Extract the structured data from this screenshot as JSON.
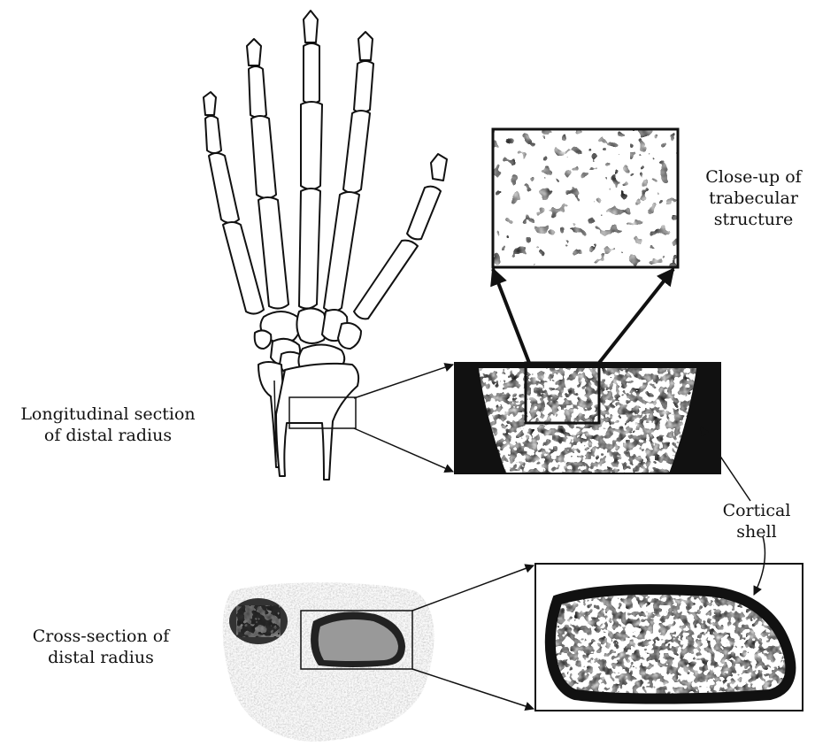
{
  "labels": {
    "closeup_line1": "Close-up of",
    "closeup_line2": "trabecular",
    "closeup_line3": "structure",
    "longitudinal_line1": "Longitudinal section",
    "longitudinal_line2": "of distal radius",
    "cortical_line1": "Cortical",
    "cortical_line2": "shell",
    "cross_line1": "Cross-section of",
    "cross_line2": "distal radius"
  },
  "colors": {
    "ink": "#111111",
    "bone_fill": "#ffffff",
    "gray_noise": "#8a8a8a"
  }
}
